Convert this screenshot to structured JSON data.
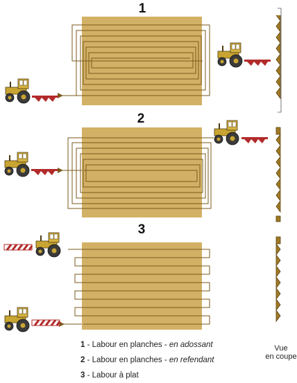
{
  "figure": {
    "sections": [
      {
        "id": "1",
        "pattern": "adossant"
      },
      {
        "id": "2",
        "pattern": "refendant"
      },
      {
        "id": "3",
        "pattern": "plat"
      }
    ],
    "colors": {
      "field": "#d2b065",
      "furrow": "#7a5a1a",
      "tractor": "#c8a432",
      "plough": "#b22a2a",
      "soil_section": "#a07a24"
    },
    "icons": [
      "tractor-icon",
      "plough-icon",
      "direction-arrow-icon"
    ]
  },
  "legend": {
    "items": [
      {
        "num": "1",
        "text": "- Labour en planches - ",
        "italic": "en adossant"
      },
      {
        "num": "2",
        "text": "- Labour en planches - ",
        "italic": "en refendant"
      },
      {
        "num": "3",
        "text": "- Labour à plat",
        "italic": ""
      }
    ]
  },
  "section_view": {
    "line1": "Vue",
    "line2": "en coupe"
  }
}
